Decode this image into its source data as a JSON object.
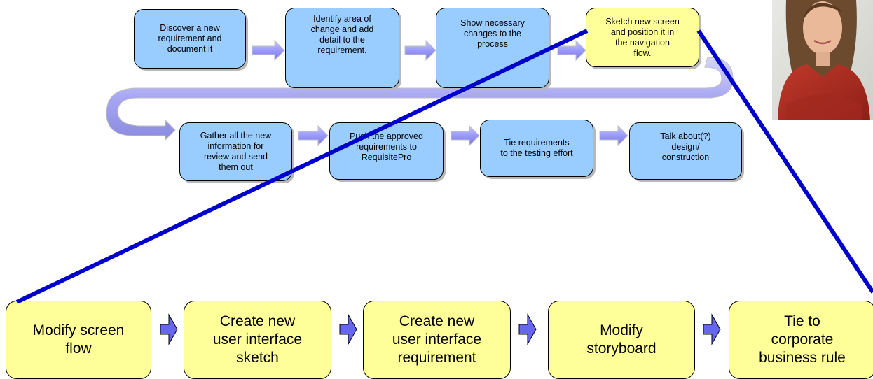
{
  "process_steps": [
    "Discover a new\nrequirement and\ndocument it",
    "Identify area of\nchange and add\ndetail to the\nrequirement.",
    "Show necessary\nchanges to the\nprocess",
    "Sketch new screen\nand position it in\nthe navigation\nflow.",
    "Gather all the new\ninformation for\nreview and send\nthem out",
    "Push the approved\nrequirements to\nRequisitePro",
    "Tie  requirements\nto the testing effort",
    "Talk about(?)\ndesign/\nconstruction"
  ],
  "detail_steps": [
    "Modify screen\nflow",
    "Create new\nuser interface\nsketch",
    "Create new\nuser interface\nrequirement",
    "Modify\nstoryboard",
    "Tie to\ncorporate\nbusiness rule"
  ],
  "colors": {
    "process_box": "#99ccff",
    "highlight_box": "#ffff99",
    "connector_arrow": "#9999ff",
    "zoom_line": "#0000cc"
  }
}
